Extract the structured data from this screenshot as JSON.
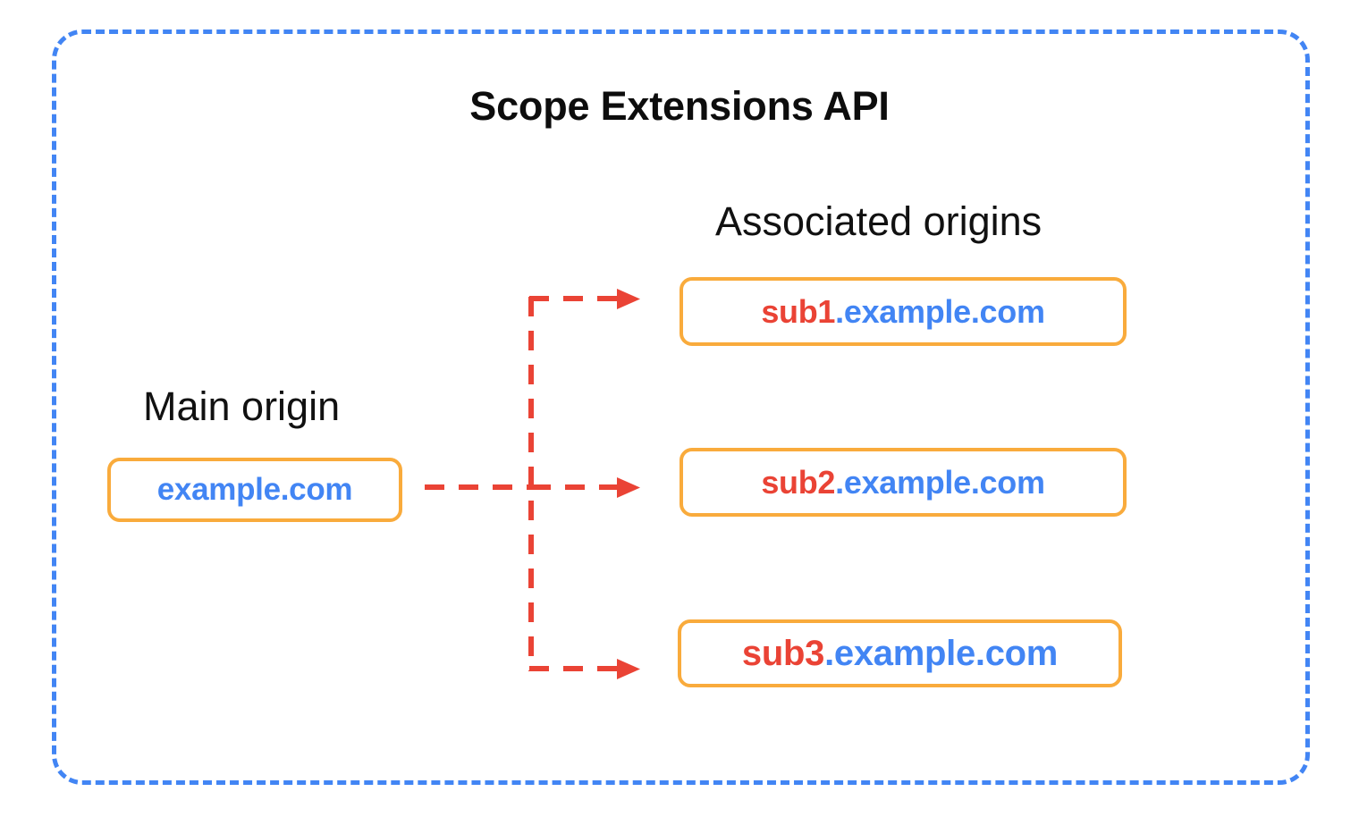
{
  "diagram": {
    "title": "Scope Extensions API",
    "container_border_color": "#4285F4",
    "box_border_color": "#F9AB3C",
    "arrow_color": "#EA4335",
    "subdomain_text_color": "#EA4335",
    "domain_text_color": "#4285F4",
    "title_text_color": "#0d0d0d"
  },
  "main_origin": {
    "caption": "Main origin",
    "box": {
      "sub": "",
      "domain": "example.com"
    }
  },
  "associated_origins": {
    "caption": "Associated origins",
    "boxes": [
      {
        "sub": "sub1",
        "domain": ".example.com"
      },
      {
        "sub": "sub2",
        "domain": ".example.com"
      },
      {
        "sub": "sub3",
        "domain": ".example.com"
      }
    ]
  },
  "connectors": {
    "description": "dashed red arrows from main origin to each associated origin",
    "count": 3
  }
}
